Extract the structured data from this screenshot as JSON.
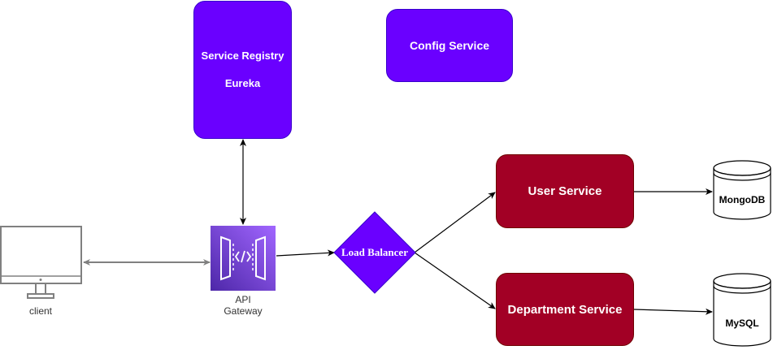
{
  "service_registry": {
    "line1": "Service Registry",
    "line2": "Eureka"
  },
  "config_service": {
    "label": "Config Service"
  },
  "user_service": {
    "label": "User Service"
  },
  "department_service": {
    "label": "Department Service"
  },
  "load_balancer": {
    "label": "Load Balancer"
  },
  "api_gateway": {
    "label_line1": "API",
    "label_line2": "Gateway"
  },
  "client": {
    "label": "client"
  },
  "databases": {
    "mongodb": "MongoDB",
    "mysql": "MySQL"
  },
  "colors": {
    "purple": "#6a00ff",
    "red": "#a20025",
    "arrow_gray": "#808080"
  }
}
